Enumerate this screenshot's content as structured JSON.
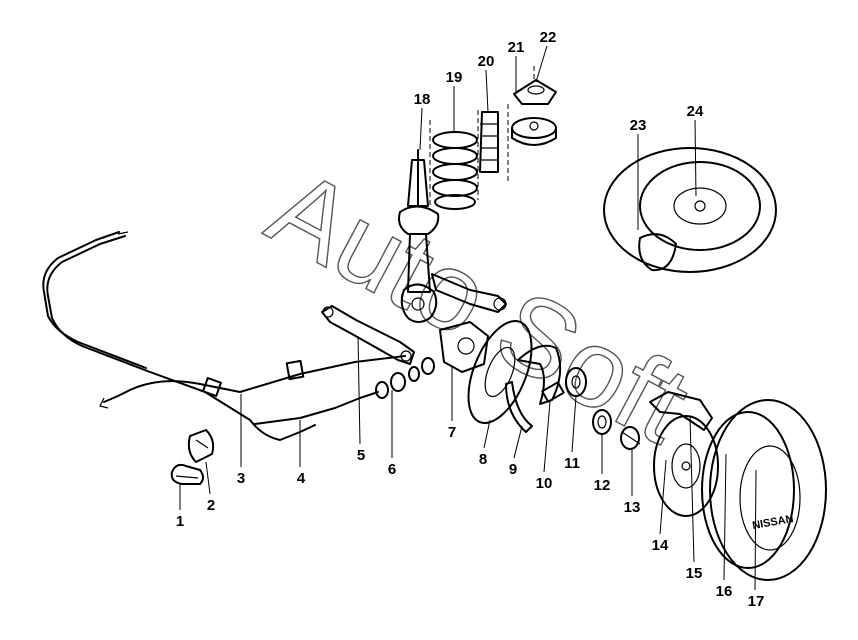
{
  "diagram": {
    "watermark": "Auto Soft",
    "callouts": [
      "1",
      "2",
      "3",
      "4",
      "5",
      "6",
      "7",
      "8",
      "9",
      "10",
      "11",
      "12",
      "13",
      "14",
      "15",
      "16",
      "17",
      "18",
      "19",
      "20",
      "21",
      "22",
      "23",
      "24"
    ],
    "tire_lettering": "NISSAN"
  }
}
